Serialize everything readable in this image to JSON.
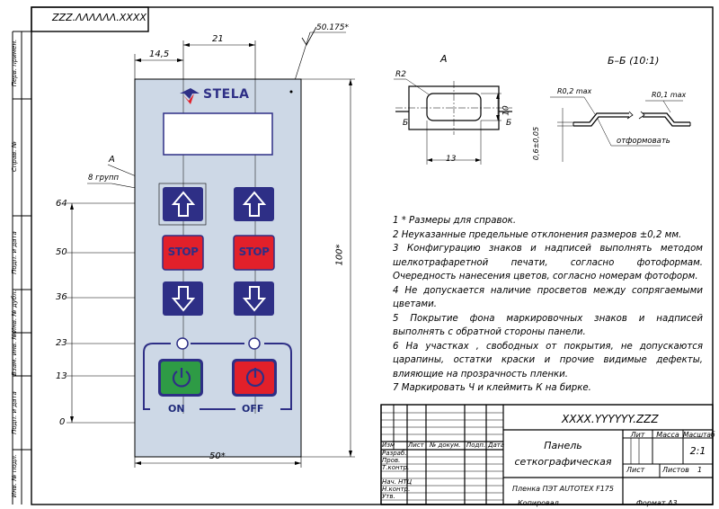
{
  "sheet": {
    "code_top": "ZZZ.ΛΛΛΛΛΛ.XXXX",
    "code_title": "XXXX.YYYYYY.ZZZ",
    "left_strip": [
      "Перв. примен.",
      "Справ. №",
      "Подп. и дата",
      "Инв. № дубл.",
      "Взам. инв. №",
      "Подп. и дата",
      "Инв. № подл."
    ],
    "roughness": "50.175*"
  },
  "panel": {
    "brand": "STELA",
    "stop_label": "STOP",
    "on_label": "ON",
    "off_label": "OFF",
    "colors": {
      "panel_bg": "#cdd8e6",
      "button_blue": "#2e2f86",
      "button_red": "#e2202a",
      "button_green": "#2e9b45",
      "label_blue": "#1f2a7a"
    }
  },
  "dimensions": {
    "d_21": "21",
    "d_14_5": "14,5",
    "d_100": "100*",
    "d_50": "50*",
    "group_label": "8 групп",
    "view_a": "A",
    "y_levels": [
      "64",
      "50",
      "36",
      "23",
      "13",
      "0"
    ]
  },
  "detail_a": {
    "title": "A",
    "r2": "R2",
    "d10": "10",
    "d13": "13",
    "section": "Б"
  },
  "section_bb": {
    "title": "Б–Б (10:1)",
    "r02": "R0,2 max",
    "r01": "R0,1 max",
    "thickness": "0,6±0,05",
    "note": "отформовать"
  },
  "notes": [
    "1 * Размеры для справок.",
    "2 Неуказанные предельные отклонения размеров ±0,2 мм.",
    "3 Конфигурацию знаков и надписей выполнять методом шелкотрафаретной печати, согласно фотоформам. Очередность нанесения цветов, согласно номерам фотоформ.",
    "4 Не допускается наличие просветов между сопрягаемыми цветами.",
    "5 Покрытие фона маркировочных знаков и надписей выполнять с обратной стороны панели.",
    "6 На участках , свободных от покрытия, не допускаются царапины, остатки краски и прочие видимые дефекты, влияющие на прозрачность пленки.",
    "7 Маркировать Ч и клеймить К на бирке."
  ],
  "title_block": {
    "name_line1": "Панель",
    "name_line2": "сеткографическая",
    "material": "Пленка ПЭТ AUTOTEX F175",
    "lit": "Лит",
    "mass": "Масса",
    "scale_hdr": "Масштаб",
    "scale": "2:1",
    "sheet": "Лист",
    "sheets": "Листов",
    "sheets_count": "1",
    "izm_row": [
      "Изм",
      "Лист",
      "№ докум.",
      "Подп.",
      "Дата"
    ],
    "roles": [
      "Разраб.",
      "Пров.",
      "Т.контр.",
      "Нач. НТЦ",
      "Н.контр.",
      "Утв."
    ],
    "copied": "Копировал",
    "format": "Формат   А3"
  }
}
